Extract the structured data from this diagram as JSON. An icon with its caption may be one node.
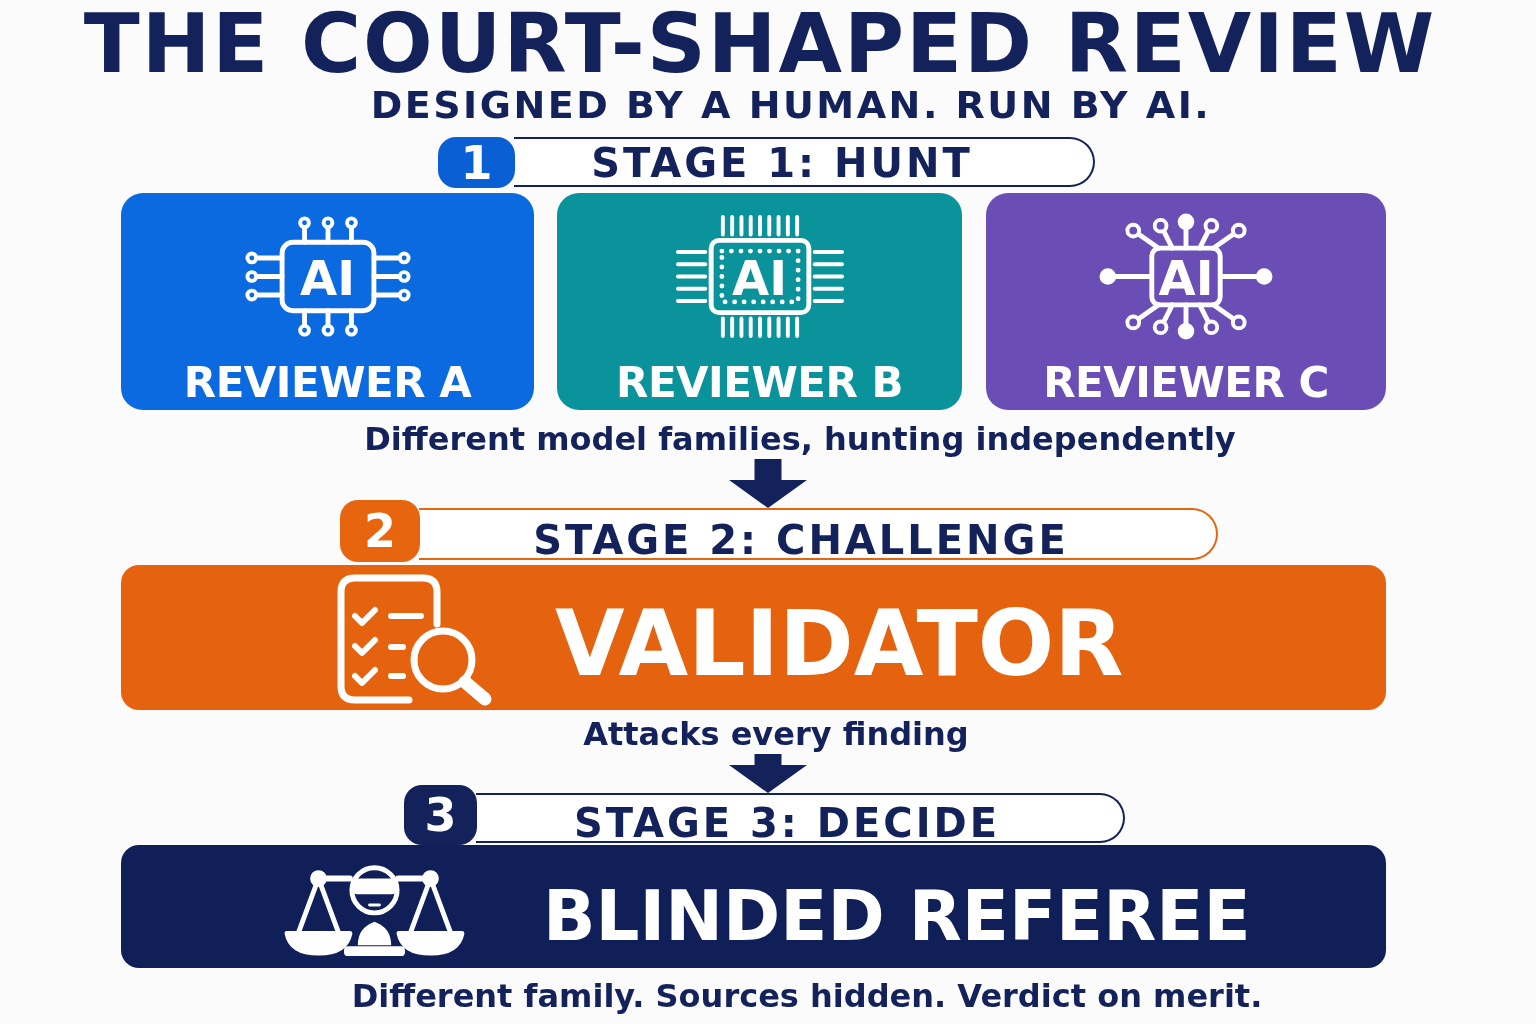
{
  "diagram": {
    "title": "THE COURT-SHAPED REVIEW",
    "nodes": [
      {
        "text": [
          "1"
        ]
      },
      {
        "text": [
          "STAGE 1: HUNT"
        ]
      },
      {
        "text": [
          "AI",
          "REVIEWER A"
        ]
      },
      {
        "text": [
          "AI",
          "REVIEWER B"
        ]
      },
      {
        "text": [
          "AI",
          "REVIEWER C"
        ]
      },
      {
        "text": [
          "Different model families, hunting independently"
        ]
      },
      {
        "text": [
          "2"
        ]
      },
      {
        "text": [
          "STAGE 2: CHALLENGE"
        ]
      },
      {
        "text": [
          "VALIDATOR"
        ]
      },
      {
        "text": [
          "Attacks every finding"
        ]
      },
      {
        "text": [
          "3"
        ]
      },
      {
        "text": [
          "STAGE 3: DECIDE"
        ]
      },
      {
        "text": [
          "BLINDED REFEREE"
        ],
        "beside": [
          "Different family. Sources hidden. Verdict on merit."
        ]
      }
    ],
    "edges": [
      {
        "from": 5,
        "to": 7,
        "arrow": "to"
      },
      {
        "from": 9,
        "to": 11,
        "arrow": "to"
      }
    ],
    "labels": [
      "DESIGNED BY A HUMAN. RUN BY AI."
    ]
  }
}
